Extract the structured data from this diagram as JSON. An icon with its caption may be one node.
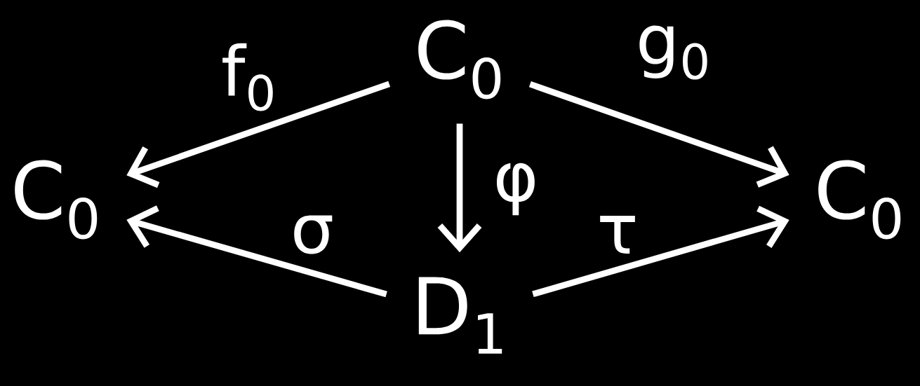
{
  "diagram": {
    "nodes": [
      {
        "text": [
          "C$_{0}$"
        ]
      },
      {
        "text": [
          "C$_{0}$"
        ]
      },
      {
        "text": [
          "C$_{0}$"
        ]
      },
      {
        "text": [
          "D$_{1}$"
        ]
      }
    ],
    "edges": [
      {
        "from": 0,
        "to": 1,
        "arrow": "to",
        "label": "f$_{0}$"
      },
      {
        "from": 0,
        "to": 2,
        "arrow": "to",
        "label": "g$_{0}$"
      },
      {
        "from": 0,
        "to": 3,
        "arrow": "to",
        "label": "φ"
      },
      {
        "from": 3,
        "to": 1,
        "arrow": "to",
        "label": "σ"
      },
      {
        "from": 3,
        "to": 2,
        "arrow": "to",
        "label": "τ"
      }
    ]
  }
}
